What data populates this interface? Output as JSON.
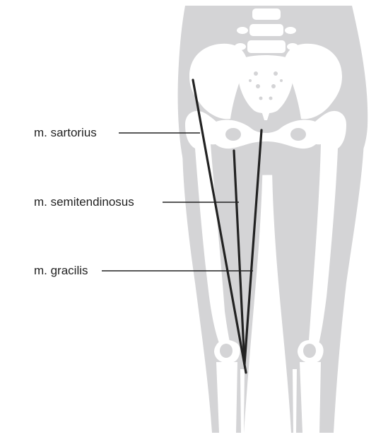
{
  "labels": {
    "sartorius": "m. sartorius",
    "semitendinosus": "m. semitendinosus",
    "gracilis": "m. gracilis"
  },
  "colors": {
    "silhouette": "#d4d4d6",
    "bone": "#ffffff",
    "line": "#222222",
    "text": "#1f1f1f"
  }
}
